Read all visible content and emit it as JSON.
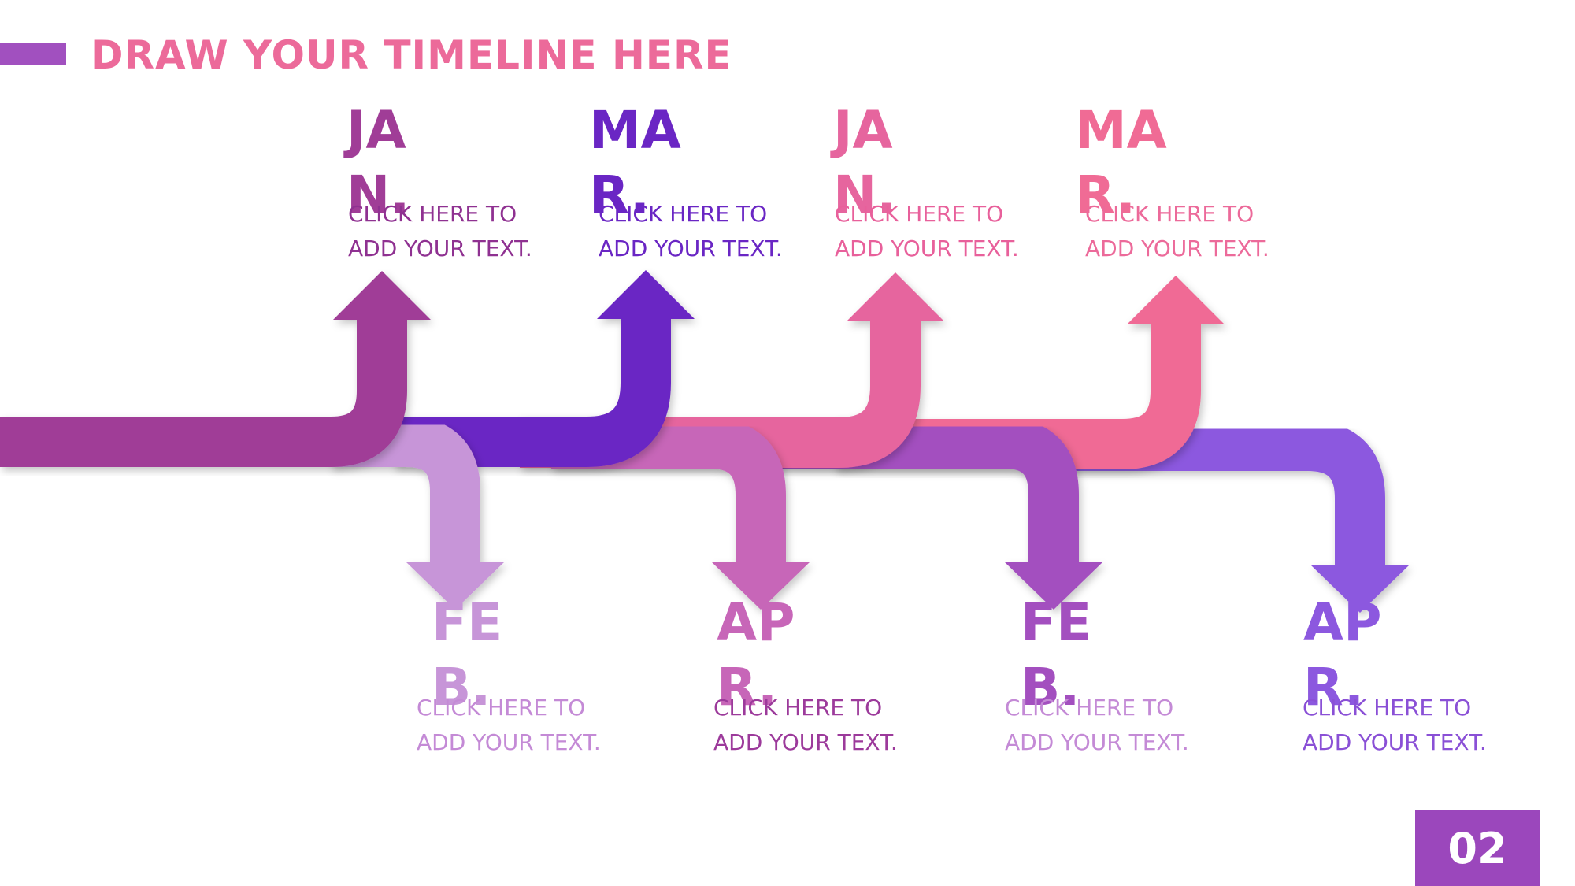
{
  "title": "DRAW YOUR TIMELINE HERE",
  "page_number": "02",
  "colors": {
    "accent_bar": "#a150bf",
    "title": "#ec6a9a",
    "page_badge": "#9b47bc"
  },
  "milestones": [
    {
      "month": "JAN.",
      "text": "CLICK HERE TO ADD YOUR TEXT.",
      "color": "#a03d97",
      "text_color": "#8f3191",
      "direction": "up"
    },
    {
      "month": "FEB.",
      "text": "CLICK HERE TO ADD YOUR TEXT.",
      "color": "#c795d8",
      "text_color": "#c48ad6",
      "direction": "down"
    },
    {
      "month": "MAR.",
      "text": "CLICK HERE TO ADD YOUR TEXT.",
      "color": "#6a26c4",
      "text_color": "#6a26c4",
      "direction": "up"
    },
    {
      "month": "APR.",
      "text": "CLICK HERE TO ADD YOUR TEXT.",
      "color": "#c766b8",
      "text_color": "#9c3a9b",
      "direction": "down"
    },
    {
      "month": "JAN.",
      "text": "CLICK HERE TO ADD YOUR TEXT.",
      "color": "#e6659e",
      "text_color": "#e8609b",
      "direction": "up"
    },
    {
      "month": "FEB.",
      "text": "CLICK HERE TO ADD YOUR TEXT.",
      "color": "#a34fbf",
      "text_color": "#c48ad6",
      "direction": "down"
    },
    {
      "month": "MAR.",
      "text": "CLICK HERE TO ADD YOUR TEXT.",
      "color": "#f06b95",
      "text_color": "#ec6a9a",
      "direction": "up"
    },
    {
      "month": "APR.",
      "text": "CLICK HERE TO ADD YOUR TEXT.",
      "color": "#8c58df",
      "text_color": "#8a50d6",
      "direction": "down"
    }
  ]
}
